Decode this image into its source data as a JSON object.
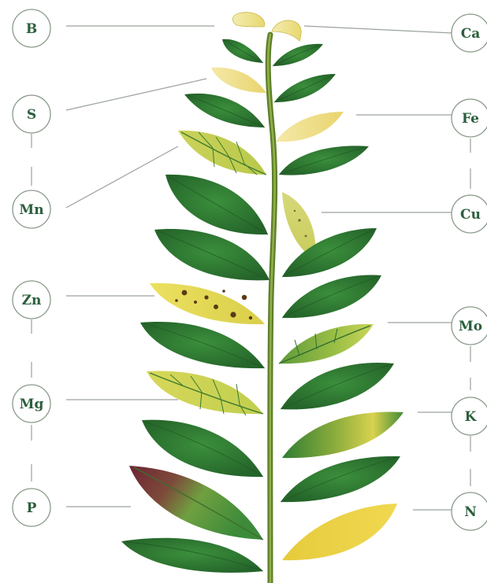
{
  "labels": {
    "boron": "B",
    "calcium": "Ca",
    "sulfur": "S",
    "iron": "Fe",
    "manganese": "Mn",
    "copper": "Cu",
    "zinc": "Zn",
    "molybdenum": "Mo",
    "magnesium": "Mg",
    "potassium": "K",
    "phosphorus": "P",
    "nitrogen": "N"
  },
  "colors": {
    "healthy_leaf": "#2f7d34",
    "healthy_leaf_dark": "#235f27",
    "stem": "#6f8f2f",
    "chlorotic_yellow": "#e6d95a",
    "pale_yellow": "#efe3a0",
    "purple_margin": "#7a2a3a",
    "necrotic_spot": "#5a3a14",
    "label_text": "#2c5f3d",
    "leader_line": "#9aa39a"
  }
}
